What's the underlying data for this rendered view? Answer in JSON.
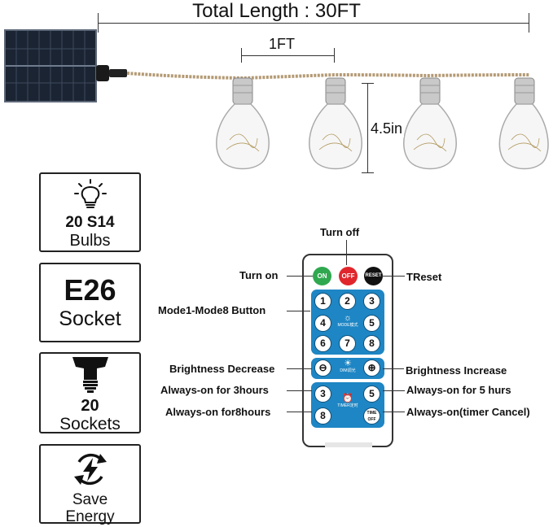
{
  "dimensions": {
    "total_length": "Total Length :   30FT",
    "spacing": "1FT",
    "bulb_height": "4.5in"
  },
  "features": [
    {
      "line1": "20 S14",
      "line2": "Bulbs",
      "icon": "light-bulb-icon"
    },
    {
      "line1": "E26",
      "line2": "Socket",
      "icon": ""
    },
    {
      "line1": "20",
      "line2": "Sockets",
      "icon": "socket-icon"
    },
    {
      "line1": "Save",
      "line2": "Energy",
      "icon": "energy-cycle-icon"
    }
  ],
  "remote": {
    "buttons": {
      "on": "ON",
      "off": "OFF",
      "reset": "RESET",
      "mode_keys": [
        "1",
        "2",
        "3",
        "4",
        "5",
        "6",
        "7",
        "8"
      ],
      "mode_caption": "MODE模式",
      "dim_caption": "DIM调光",
      "timer_keys": [
        "3",
        "5",
        "8"
      ],
      "timer_caption": "TIMER定时",
      "time_off": "TIME OFF"
    },
    "labels": {
      "turn_off": "Turn off",
      "turn_on": "Turn on",
      "reset": "TReset",
      "mode": "Mode1-Mode8 Button",
      "brightness_decrease": "Brightness Decrease",
      "brightness_increase": "Brightness Increase",
      "always_on_3": "Always-on for 3hours",
      "always_on_5": "Always-on for 5 hurs",
      "always_on_8": "Always-on for8hours",
      "always_on_cancel": "Always-on(timer Cancel)"
    }
  },
  "colors": {
    "on_button": "#2fa84f",
    "off_button": "#e0262c",
    "reset_button": "#111111",
    "remote_panel": "#1e86c4",
    "cord": "#b49a74"
  }
}
